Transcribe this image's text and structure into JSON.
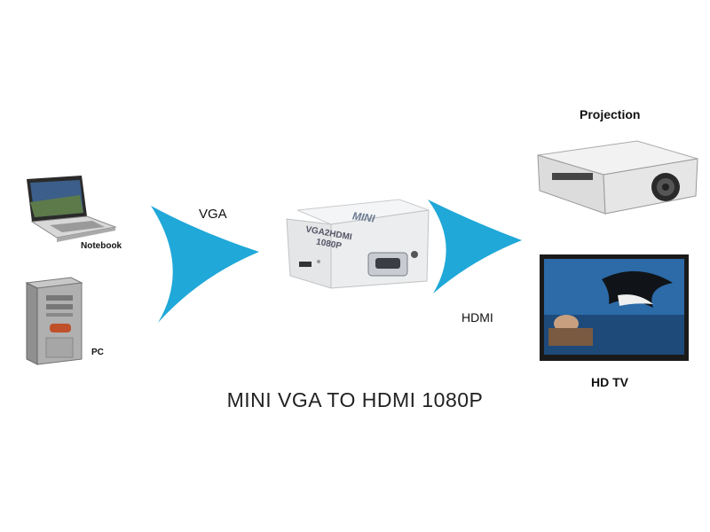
{
  "title": "MINI VGA TO HDMI 1080P",
  "sources": {
    "notebook_label": "Notebook",
    "pc_label": "PC"
  },
  "arrows": {
    "input_label": "VGA",
    "output_label": "HDMI"
  },
  "converter": {
    "brand": "MINI",
    "model_line1": "VGA2HDMI",
    "model_line2": "1080P"
  },
  "outputs": {
    "projector_label": "Projection",
    "tv_label": "HD TV"
  },
  "colors": {
    "arrow": "#1fa8d8",
    "background": "#ffffff",
    "converter_body": "#eef0f2"
  }
}
